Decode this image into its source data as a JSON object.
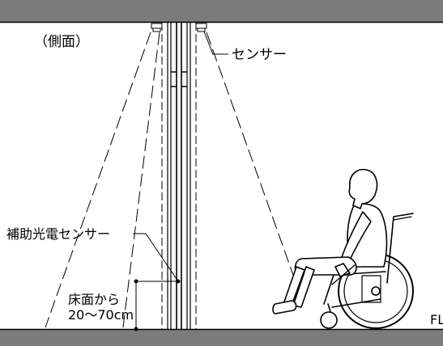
{
  "labels": {
    "view": "（側面）",
    "sensor": "センサー",
    "aux_sensor": "補助光電センサー",
    "height_line1": "床面から",
    "height_line2": "20～70cm",
    "floor_level": "FL"
  },
  "colors": {
    "slab": "#7b7b7b",
    "line": "#000000",
    "background": "#ffffff"
  }
}
